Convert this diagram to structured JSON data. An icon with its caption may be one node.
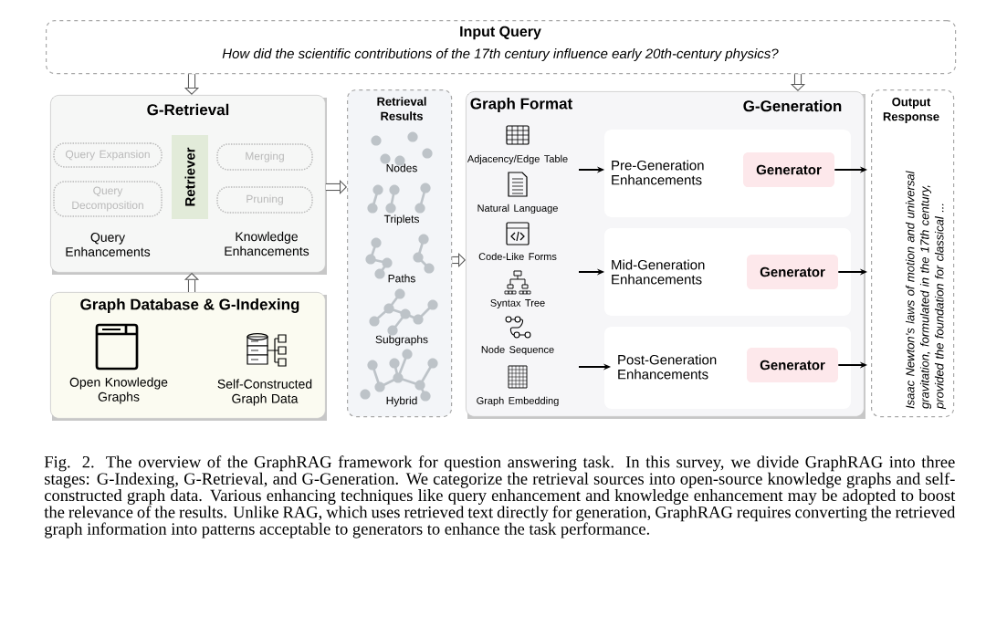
{
  "diagram": {
    "caption": "Fig. 2.  The overview of the GraphRAG framework for question answering task. In this survey, we divide GraphRAG into three stages: G-Indexing, G-Retrieval, and G-Generation. We categorize the retrieval sources into open-source knowledge graphs and self-constructed graph data. Various enhancing techniques like query enhancement and knowledge enhancement may be adopted to boost the relevance of the results. Unlike RAG, which uses retrieved text directly for generation, GraphRAG requires converting the retrieved graph information into patterns acceptable to generators to enhance the task performance.",
    "nodes": [
      {
        "text": [
          "Input Query",
          "How did the scientific contributions of the 17th century influence early 20th-century physics?"
        ]
      },
      {
        "text": [
          "G-Retrieval"
        ]
      },
      {
        "text": [
          "Query Expansion"
        ],
        "in": 1
      },
      {
        "text": [
          "Query Decomposition"
        ],
        "in": 1
      },
      {
        "text": [
          "Retriever"
        ],
        "in": 1
      },
      {
        "text": [
          "Merging"
        ],
        "in": 1
      },
      {
        "text": [
          "Pruning"
        ],
        "in": 1
      },
      {
        "text": [
          "Graph Database & G-Indexing"
        ]
      },
      {
        "text": [
          "Retrieval Results"
        ]
      },
      {
        "text": [
          "Graph Format",
          "G-Generation"
        ]
      },
      {
        "text": [
          "Pre-Generation Enhancements"
        ],
        "in": 9
      },
      {
        "text": [
          "Generator"
        ],
        "in": 9
      },
      {
        "text": [
          "Mid-Generation Enhancements"
        ],
        "in": 9
      },
      {
        "text": [
          "Generator"
        ],
        "in": 9
      },
      {
        "text": [
          "Post-Generation Enhancements"
        ],
        "in": 9
      },
      {
        "text": [
          "Generator"
        ],
        "in": 9
      },
      {
        "text": [
          "Output Response",
          "Isaac Newton’s laws of motion and universal gravitation, formulated in the 17th century, provided the foundation for classical ..."
        ]
      }
    ],
    "edges": [
      {
        "from": 0,
        "to": 1,
        "arrow": "to",
        "style": "thick"
      },
      {
        "from": 7,
        "to": 1,
        "arrow": "to",
        "style": "thick"
      },
      {
        "from": 1,
        "to": 8,
        "arrow": "to",
        "style": "thick"
      },
      {
        "from": 8,
        "to": 9,
        "arrow": "to",
        "style": "thick"
      },
      {
        "from": 0,
        "to": 9,
        "arrow": "to",
        "style": "thick"
      },
      {
        "from": null,
        "to": 10,
        "arrow": "to"
      },
      {
        "from": null,
        "to": 12,
        "arrow": "to"
      },
      {
        "from": null,
        "to": 14,
        "arrow": "to"
      },
      {
        "from": 11,
        "to": 16,
        "arrow": "to"
      },
      {
        "from": 13,
        "to": 16,
        "arrow": "to"
      },
      {
        "from": 15,
        "to": 16,
        "arrow": "to"
      }
    ],
    "labels": [
      "Query Enhancements",
      "Knowledge Enhancements",
      "Open Knowledge Graphs",
      "Self-Constructed Graph Data",
      "Nodes",
      "Triplets",
      "Paths",
      "Subgraphs",
      "Hybrid",
      "Adjacency/Edge Table",
      "Natural Language",
      "Code-Like Forms",
      "Syntax Tree",
      "Node Sequence",
      "Graph Embedding"
    ]
  }
}
